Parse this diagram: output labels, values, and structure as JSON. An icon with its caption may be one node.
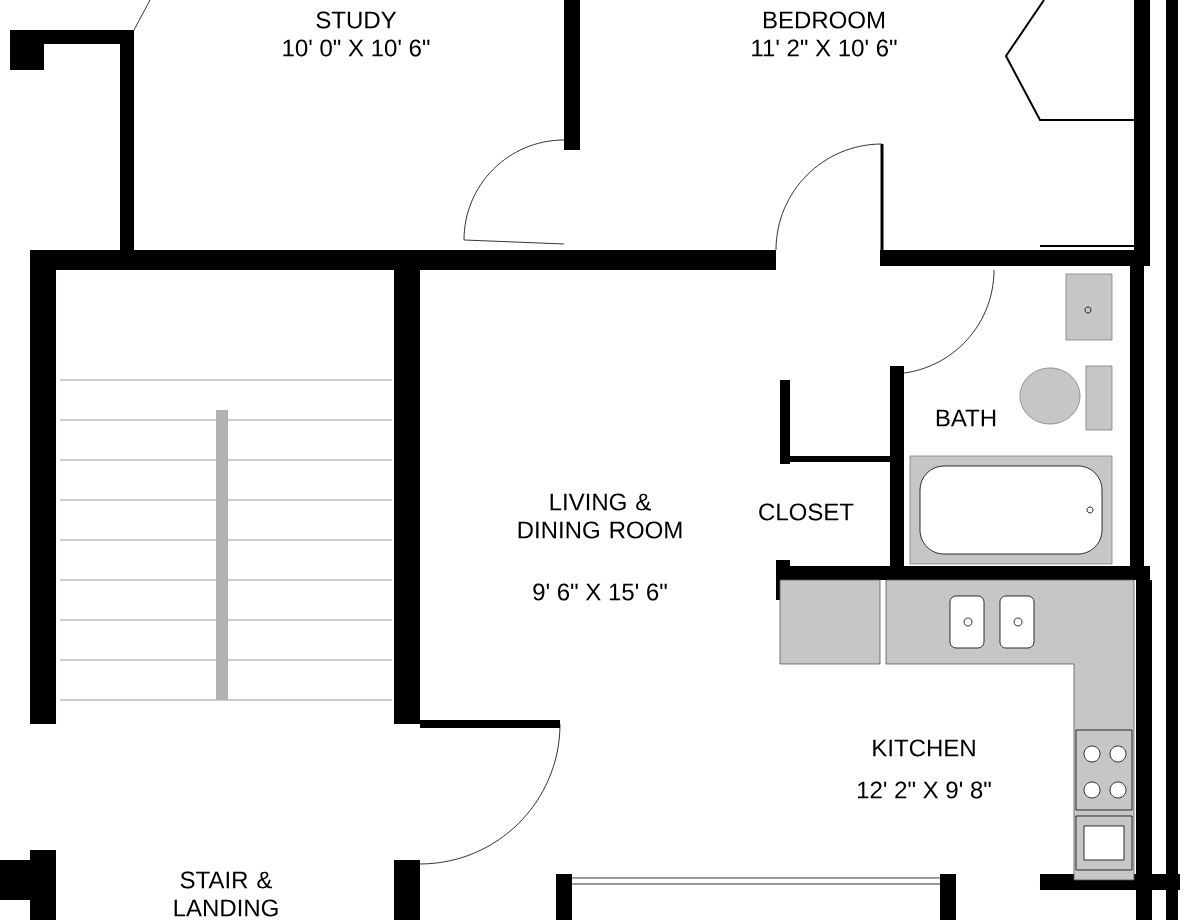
{
  "diagram": {
    "labels": [
      "STUDY",
      "10' 0\" X 10' 6\"",
      "BEDROOM",
      "11' 2\" X 10' 6\"",
      "BATH",
      "LIVING & DINING ROOM",
      "9' 6\" X 15' 6\"",
      "CLOSET",
      "KITCHEN",
      "12' 2\" X 9' 8\"",
      "STAIR & LANDING"
    ]
  }
}
